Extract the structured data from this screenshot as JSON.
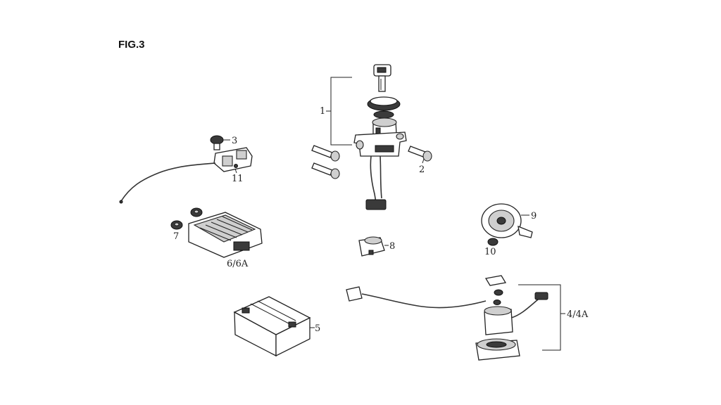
{
  "figure": {
    "title": "FIG.3"
  },
  "callouts": {
    "c1": "1",
    "c2": "2",
    "c3": "3",
    "c4": "4/4A",
    "c5": "5",
    "c6": "6/6A",
    "c7": "7",
    "c8": "8",
    "c9": "9",
    "c10": "10",
    "c11": "11"
  }
}
